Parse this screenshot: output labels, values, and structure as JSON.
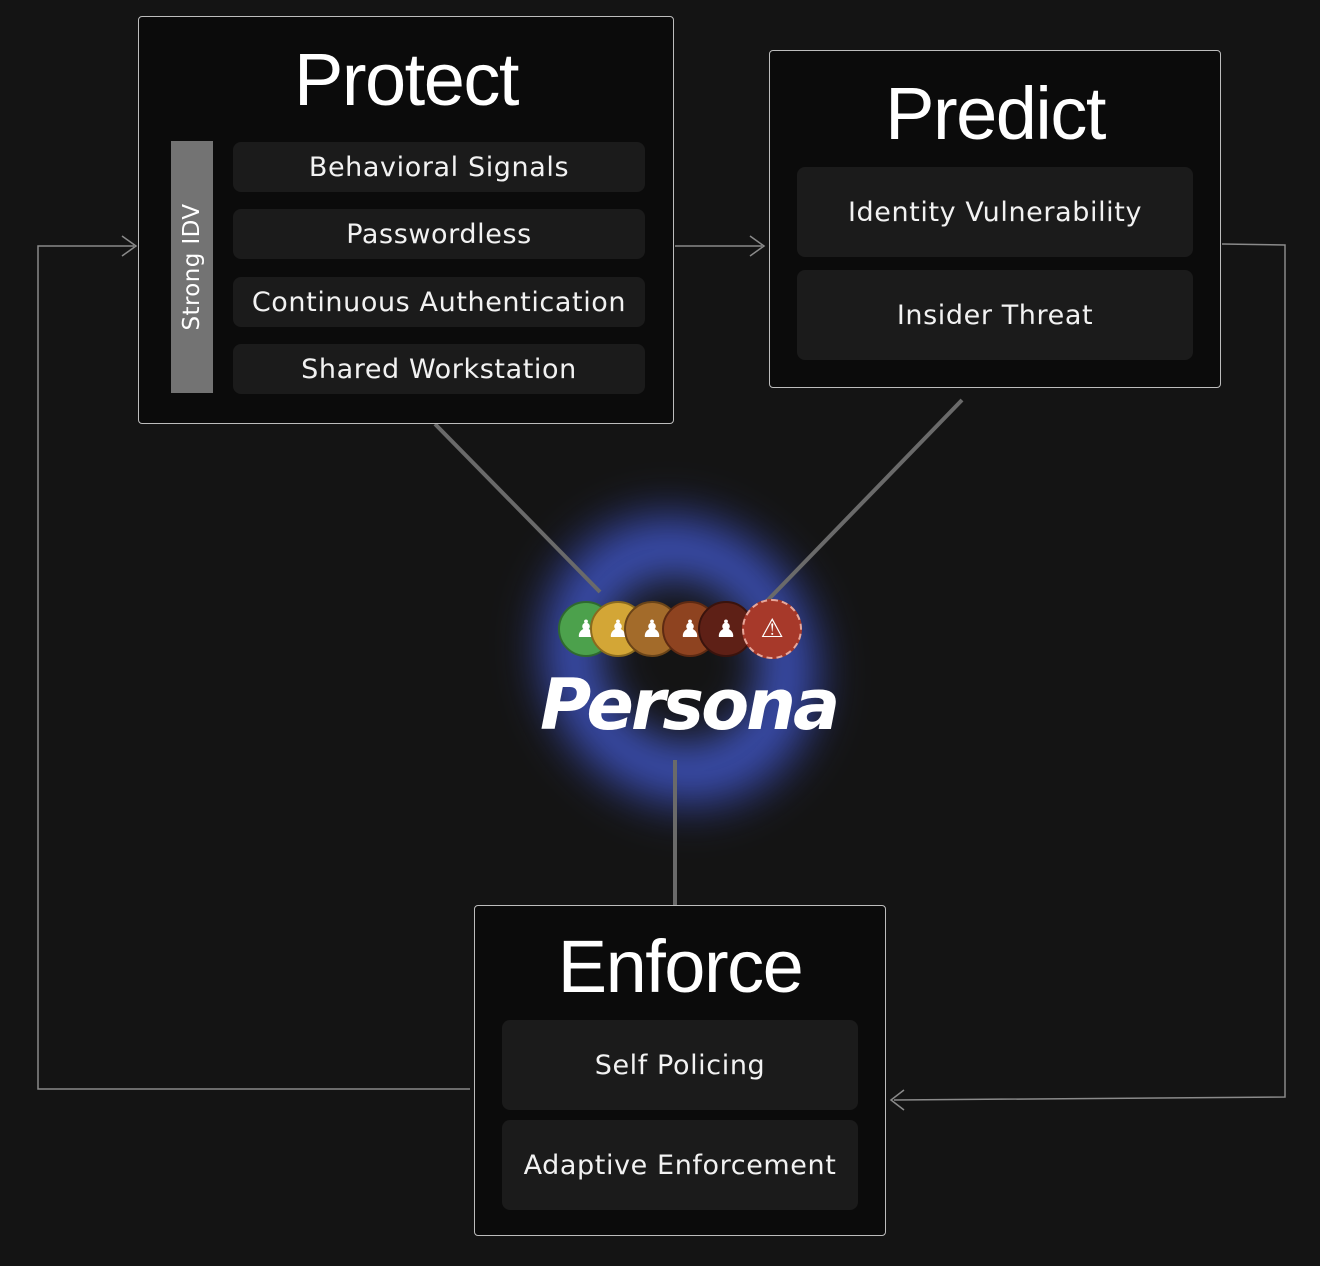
{
  "protect": {
    "title": "Protect",
    "side_label": "Strong IDV",
    "items": [
      "Behavioral Signals",
      "Passwordless",
      "Continuous Authentication",
      "Shared Workstation"
    ]
  },
  "predict": {
    "title": "Predict",
    "items": [
      "Identity Vulnerability",
      "Insider Threat"
    ]
  },
  "enforce": {
    "title": "Enforce",
    "items": [
      "Self Policing",
      "Adaptive Enforcement"
    ]
  },
  "center": {
    "logo_text": "Persona",
    "avatars": [
      {
        "icon": "user-icon",
        "color": "#4ca14c"
      },
      {
        "icon": "user-icon",
        "color": "#d3a636"
      },
      {
        "icon": "user-icon",
        "color": "#a36b2a"
      },
      {
        "icon": "user-icon",
        "color": "#8e4320"
      },
      {
        "icon": "user-icon",
        "color": "#5e2016"
      },
      {
        "icon": "warning-icon",
        "color": "#a7392a"
      }
    ]
  },
  "colors": {
    "background": "#141414",
    "panel": "#0b0b0b",
    "chip": "#1b1b1b",
    "glow": "#4a63d8"
  }
}
